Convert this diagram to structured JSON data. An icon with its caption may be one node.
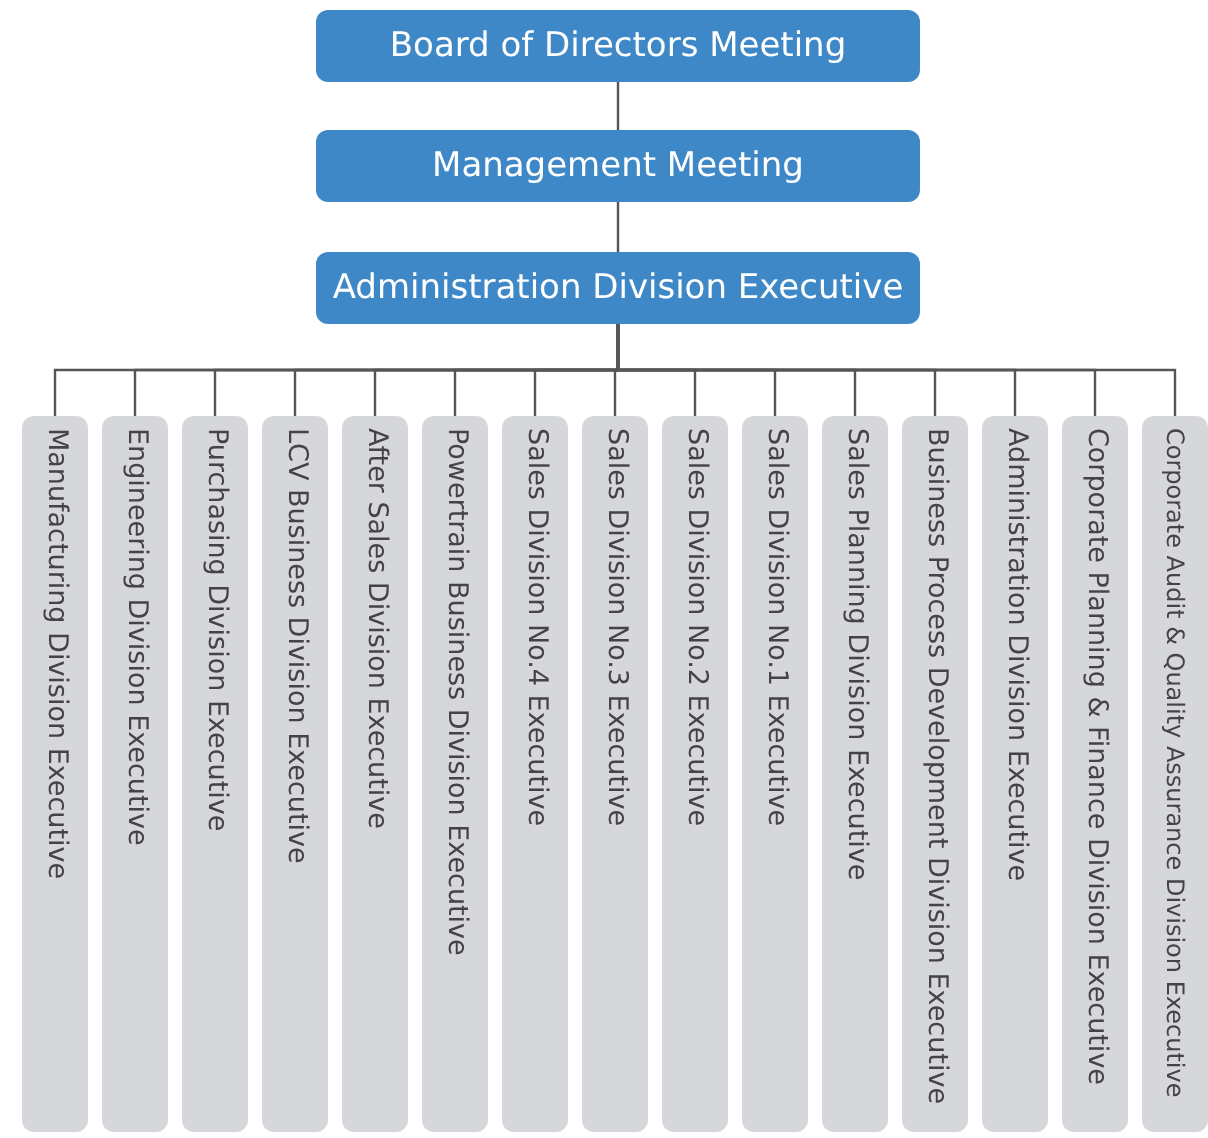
{
  "diagram": {
    "nodes": [
      {
        "text": [
          "Board of Directors Meeting"
        ]
      },
      {
        "text": [
          "Management Meeting"
        ]
      },
      {
        "text": [
          "Administration Division Executive"
        ]
      },
      {
        "text": [
          "Manufacturing Division Executive"
        ]
      },
      {
        "text": [
          "Engineering Division Executive"
        ]
      },
      {
        "text": [
          "Purchasing Division Executive"
        ]
      },
      {
        "text": [
          "LCV Business Division Executive"
        ]
      },
      {
        "text": [
          "After Sales Division Executive"
        ]
      },
      {
        "text": [
          "Powertrain Business Division Executive"
        ]
      },
      {
        "text": [
          "Sales Division No.4 Executive"
        ]
      },
      {
        "text": [
          "Sales Division No.3 Executive"
        ]
      },
      {
        "text": [
          "Sales Division No.2 Executive"
        ]
      },
      {
        "text": [
          "Sales Division No.1 Executive"
        ]
      },
      {
        "text": [
          "Sales Planning Division Executive"
        ]
      },
      {
        "text": [
          "Business Process Development Division Executive"
        ]
      },
      {
        "text": [
          "Administration Division Executive"
        ]
      },
      {
        "text": [
          "Corporate Planning & Finance Division Executive"
        ]
      },
      {
        "text": [
          "Corporate Audit & Quality Assurance Division Executive"
        ]
      }
    ],
    "edges": [
      {
        "from": 0,
        "to": 1,
        "arrow": "none"
      },
      {
        "from": 1,
        "to": 2,
        "arrow": "none"
      },
      {
        "from": 2,
        "to": 3,
        "arrow": "none"
      },
      {
        "from": 2,
        "to": 4,
        "arrow": "none"
      },
      {
        "from": 2,
        "to": 5,
        "arrow": "none"
      },
      {
        "from": 2,
        "to": 6,
        "arrow": "none"
      },
      {
        "from": 2,
        "to": 7,
        "arrow": "none"
      },
      {
        "from": 2,
        "to": 8,
        "arrow": "none"
      },
      {
        "from": 2,
        "to": 9,
        "arrow": "none"
      },
      {
        "from": 2,
        "to": 10,
        "arrow": "none"
      },
      {
        "from": 2,
        "to": 11,
        "arrow": "none"
      },
      {
        "from": 2,
        "to": 12,
        "arrow": "none"
      },
      {
        "from": 2,
        "to": 13,
        "arrow": "none"
      },
      {
        "from": 2,
        "to": 14,
        "arrow": "none"
      },
      {
        "from": 2,
        "to": 15,
        "arrow": "none"
      },
      {
        "from": 2,
        "to": 16,
        "arrow": "none"
      },
      {
        "from": 2,
        "to": 17,
        "arrow": "none"
      }
    ]
  }
}
